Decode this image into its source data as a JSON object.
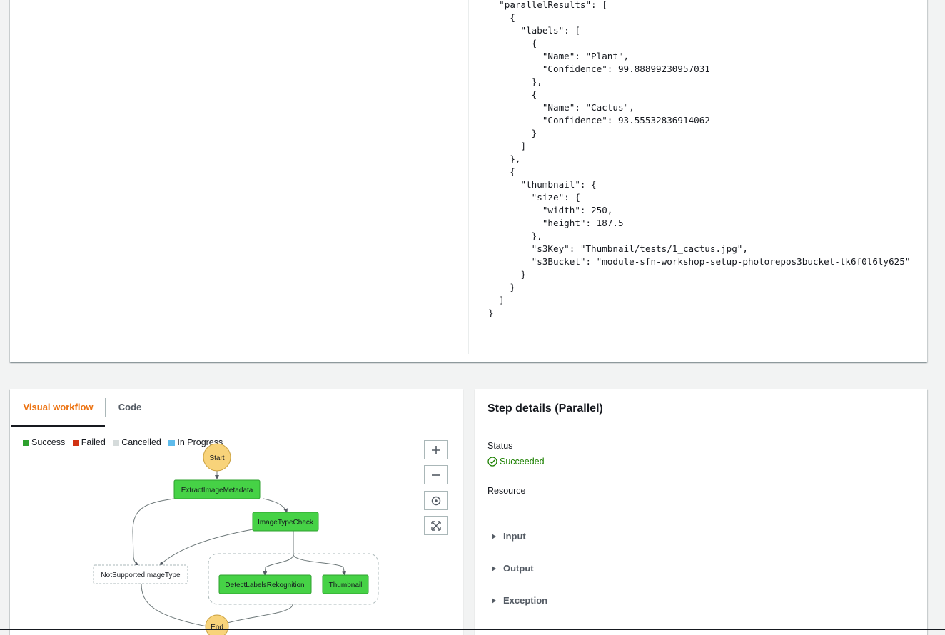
{
  "output_json": {
    "lines": [
      "  \"parallelResults\": [",
      "    {",
      "      \"labels\": [",
      "        {",
      "          \"Name\": \"Plant\",",
      "          \"Confidence\": 99.88899230957031",
      "        },",
      "        {",
      "          \"Name\": \"Cactus\",",
      "          \"Confidence\": 93.55532836914062",
      "        }",
      "      ]",
      "    },",
      "    {",
      "      \"thumbnail\": {",
      "        \"size\": {",
      "          \"width\": 250,",
      "          \"height\": 187.5",
      "        },",
      "        \"s3Key\": \"Thumbnail/tests/1_cactus.jpg\",",
      "        \"s3Bucket\": \"module-sfn-workshop-setup-photorepos3bucket-tk6f0l6ly625\"",
      "      }",
      "    }",
      "  ]",
      "}"
    ]
  },
  "tabs": {
    "visual_workflow": "Visual workflow",
    "code": "Code"
  },
  "legend": [
    {
      "label": "Success",
      "color": "#2ea02e"
    },
    {
      "label": "Failed",
      "color": "#d13212"
    },
    {
      "label": "Cancelled",
      "color": "#d5dbdb"
    },
    {
      "label": "In Progress",
      "color": "#5fbcec"
    }
  ],
  "workflow": {
    "colors": {
      "success": "#46d246",
      "terminal": "#f8d37a",
      "not_run": "#ffffff"
    },
    "nodes": {
      "start": "Start",
      "extract": "ExtractImageMetadata",
      "typecheck": "ImageTypeCheck",
      "notsupported": "NotSupportedImageType",
      "detect": "DetectLabelsRekognition",
      "thumbnail": "Thumbnail",
      "end": "End"
    }
  },
  "zoom_controls": {
    "zoom_in": "zoom-in-icon",
    "zoom_out": "zoom-out-icon",
    "center": "center-icon",
    "fit": "fit-screen-icon"
  },
  "step_details": {
    "title": "Step details (Parallel)",
    "status_label": "Status",
    "status_value": "Succeeded",
    "status_color": "#1d8102",
    "resource_label": "Resource",
    "resource_value": "-",
    "sections": [
      "Input",
      "Output",
      "Exception"
    ]
  }
}
